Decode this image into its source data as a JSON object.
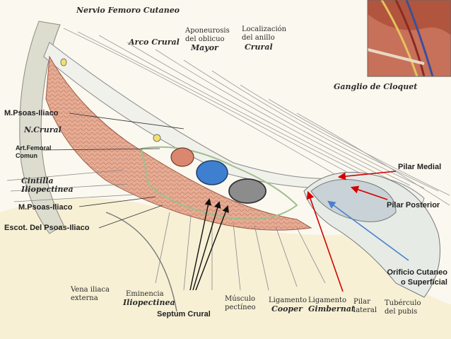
{
  "labels": {
    "nervio_femoro": "Nervio Femoro Cutaneo",
    "arco_crural": "Arco Crural",
    "aponeurosis_1": "Aponeurosis",
    "aponeurosis_2": "del oblicuo",
    "aponeurosis_3": "Mayor",
    "localizacion_1": "Localización",
    "localizacion_2": "del anillo",
    "localizacion_3": "Crural",
    "ganglio": "Ganglio de Cloquet",
    "n_crural": "N.Crural",
    "cintilla_1": "Cintilla",
    "cintilla_2": "Iliopectinea",
    "vena_iliaca_1": "Vena iliaca",
    "vena_iliaca_2": "externa",
    "eminencia_1": "Eminencia",
    "eminencia_2": "Iliopectinea",
    "musculo_1": "Músculo",
    "musculo_2": "pectíneo",
    "ligamento_cooper_1": "Ligamento",
    "ligamento_cooper_2": "Cooper",
    "ligamento_gimbernat_1": "Ligamento",
    "ligamento_gimbernat_2": "Gimbernat",
    "pilar_lateral_1": "Pilar",
    "pilar_lateral_2": "lateral",
    "tuberculo_1": "Tubérculo",
    "tuberculo_2": "del pubis"
  },
  "annotations": {
    "psoas_top": "M.Psoas-Iliaco",
    "art_femoral_1": "Art.Femoral",
    "art_femoral_2": "Comun",
    "psoas_mid": "M.Psoas-Iliaco",
    "escot": "Escot. Del Psoas-Iliaco",
    "septum": "Septum Crural",
    "pilar_medial": "Pilar Medial",
    "pilar_posterior": "Pilar Posterior",
    "orificio_1": "Orificio Cutaneo",
    "orificio_2": "o Superficial"
  },
  "colors": {
    "arrow_red": "#d40000",
    "arrow_blue": "#4a7fd0",
    "muscle": "#e3a58c",
    "artery": "#d9876e",
    "vein": "#3f7fd0",
    "lymph": "#8c8c8c",
    "fascia": "#9fbf8f"
  }
}
